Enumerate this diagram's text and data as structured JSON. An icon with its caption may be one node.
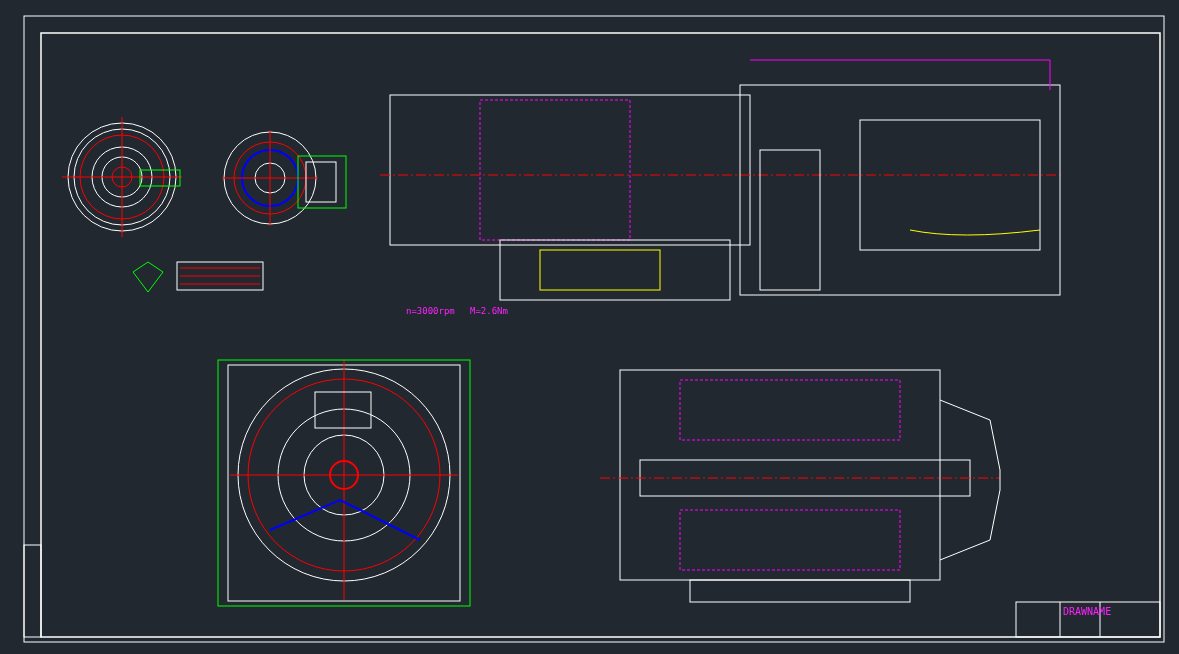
{
  "diagram": {
    "labels": [
      "n=3000rpm",
      "M=2.6Nm",
      "DRAWNAME"
    ]
  }
}
